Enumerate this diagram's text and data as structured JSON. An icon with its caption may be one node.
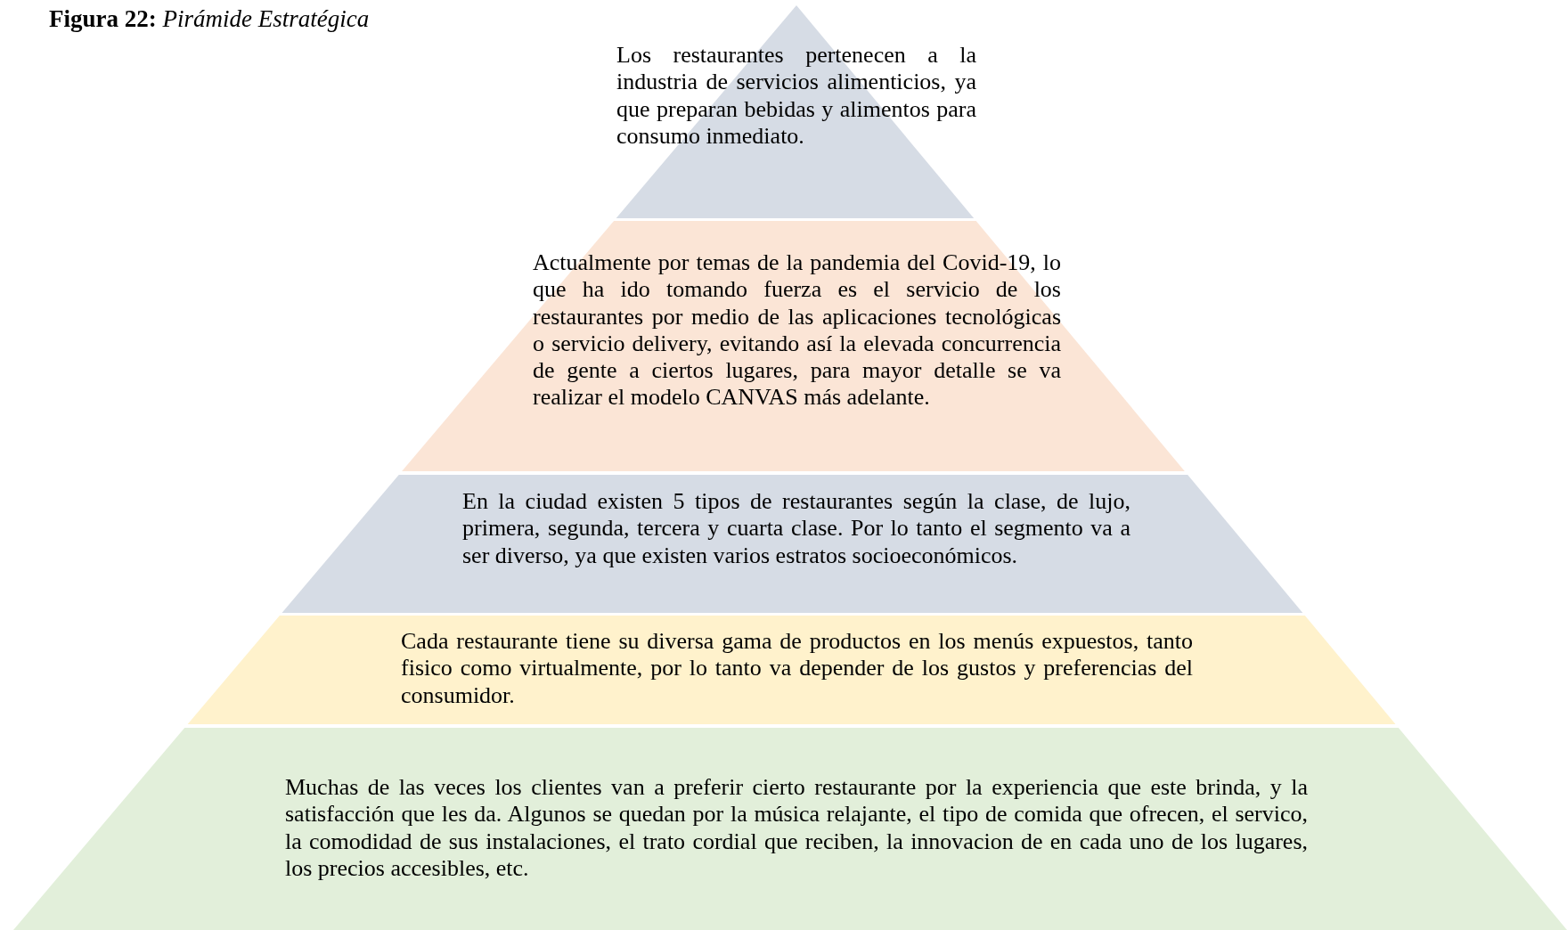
{
  "diagram": {
    "title": "**Figura 22:** *Pirámide Estratégica*",
    "nodes": [
      {
        "text": [
          "Los restaurantes pertenecen a la industria de servicios alimenticios, ya que preparan bebidas y alimentos para consumo inmediato."
        ]
      },
      {
        "text": [
          "Actualmente por temas de la pandemia del Covid-19, lo que ha ido tomando fuerza es el servicio de los restaurantes por medio de las aplicaciones tecnológicas o servicio delivery, evitando así la elevada concurrencia de gente a ciertos lugares, para mayor detalle se va realizar el modelo CANVAS más adelante."
        ]
      },
      {
        "text": [
          "En la ciudad existen 5 tipos de restaurantes según la clase, de lujo, primera, segunda, tercera y cuarta clase. Por lo tanto el segmento va a ser diverso, ya que existen varios estratos socioeconómicos."
        ]
      },
      {
        "text": [
          "Cada restaurante tiene su diversa gama de productos en los menús expuestos, tanto fisico como virtualmente, por lo tanto va depender de los gustos y preferencias del consumidor."
        ]
      },
      {
        "text": [
          "Muchas de las veces los clientes van a preferir cierto restaurante por la experiencia que este brinda, y la satisfacción que les da. Algunos se quedan por la música relajante, el tipo de comida que ofrecen, el servico, la comodidad de sus instalaciones, el trato cordial que reciben, la innovacion de en cada uno de los lugares, los precios accesibles, etc."
        ]
      }
    ]
  }
}
